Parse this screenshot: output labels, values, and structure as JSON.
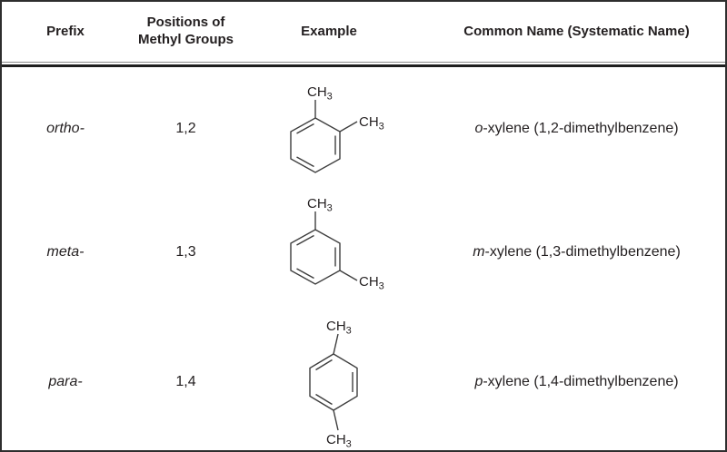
{
  "colors": {
    "table-border": "#2e2e2e",
    "rule-thin": "#8c8c8c",
    "rule-thick": "#1f1f1f",
    "bond": "#3d3d3d",
    "ink": "#231f20",
    "bg": "#ffffff"
  },
  "table": {
    "headers": {
      "prefix": "Prefix",
      "positions": "Positions of Methyl Groups",
      "example": "Example",
      "common_name": "Common Name (Systematic Name)"
    },
    "methyl": {
      "main": "CH",
      "sub": "3"
    },
    "rows": [
      {
        "prefix": "ortho-",
        "positions": "1,2",
        "name_italic": "o",
        "name_rest": "-xylene (1,2-dimethylbenzene)"
      },
      {
        "prefix": "meta-",
        "positions": "1,3",
        "name_italic": "m",
        "name_rest": "-xylene (1,3-dimethylbenzene)"
      },
      {
        "prefix": "para-",
        "positions": "1,4",
        "name_italic": "p",
        "name_rest": "-xylene (1,4-dimethylbenzene)"
      }
    ]
  }
}
